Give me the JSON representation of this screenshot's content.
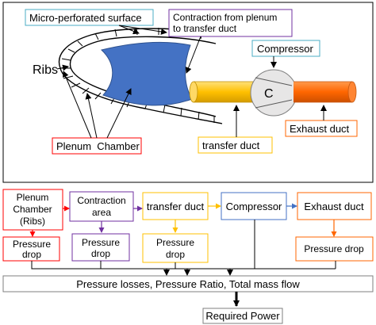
{
  "figure": {
    "labels": {
      "micro_perforated": "Micro-perforated surface",
      "contraction": [
        "Contraction from plenum",
        "to transfer duct"
      ],
      "compressor": "Compressor",
      "ribs": "Ribs",
      "compressor_symbol": "C",
      "plenum_chamber": "Plenum  Chamber",
      "transfer_duct": "transfer duct",
      "exhaust_duct": "Exhaust duct"
    },
    "colors": {
      "plenum_fill": "#4472c4",
      "transfer_duct": "#ffc000",
      "exhaust_duct": "#ff6600",
      "compressor": "#e7e6e6",
      "micro_perforated_border": "#4bacc6",
      "contraction_border": "#7030a0",
      "compressor_border": "#4bacc6",
      "plenum_border": "#ff0000",
      "transfer_border": "#ffc000",
      "exhaust_border": "#ff6600"
    }
  },
  "flowchart": {
    "blocks": [
      {
        "lines": [
          "Plenum",
          "Chamber",
          "(Ribs)"
        ],
        "color": "#ff0000"
      },
      {
        "lines": [
          "Contraction",
          "area"
        ],
        "color": "#7030a0"
      },
      {
        "lines": [
          "transfer duct"
        ],
        "color": "#ffc000"
      },
      {
        "lines": [
          "Compressor"
        ],
        "color": "#4472c4"
      },
      {
        "lines": [
          "Exhaust duct"
        ],
        "color": "#ff6600"
      }
    ],
    "drops": [
      {
        "lines": [
          "Pressure",
          "drop"
        ],
        "color": "#ff0000"
      },
      {
        "lines": [
          "Pressure",
          "drop"
        ],
        "color": "#7030a0"
      },
      {
        "lines": [
          "Pressure",
          "drop"
        ],
        "color": "#ffc000"
      },
      {
        "lines": [
          "Pressure drop"
        ],
        "color": "#ff6600"
      }
    ],
    "summary": "Pressure losses, Pressure Ratio, Total mass flow",
    "result": "Required Power"
  }
}
